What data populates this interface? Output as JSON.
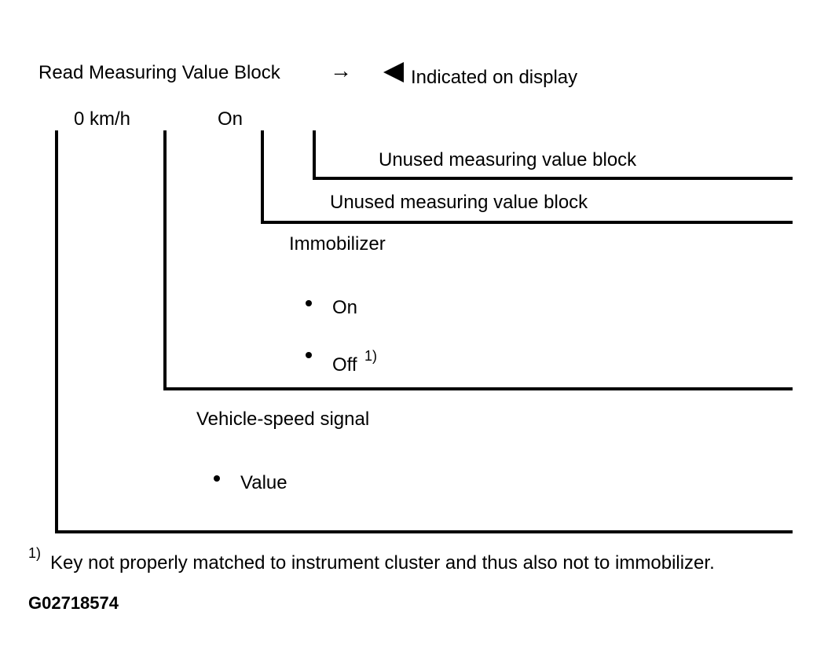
{
  "header": {
    "title": "Read Measuring Value Block",
    "arrow_glyph": "→",
    "indicator_icon": "left-pointing-triangle-icon",
    "indicator_label": "Indicated on display"
  },
  "display_values": {
    "speed": "0 km/h",
    "immobilizer": "On"
  },
  "fields": {
    "field4": "Unused measuring value block",
    "field3": "Unused measuring value block",
    "field2_title": "Immobilizer",
    "field2_opt_on": "On",
    "field2_opt_off": "Off",
    "field2_opt_off_sup": "1)",
    "field1_title": "Vehicle-speed signal",
    "field1_opt_value": "Value"
  },
  "footnote": {
    "marker": "1)",
    "text": "Key not properly matched to instrument cluster and thus also not to immobilizer."
  },
  "figure_id": "G02718574",
  "colors": {
    "ink": "#000000",
    "background": "#ffffff"
  }
}
